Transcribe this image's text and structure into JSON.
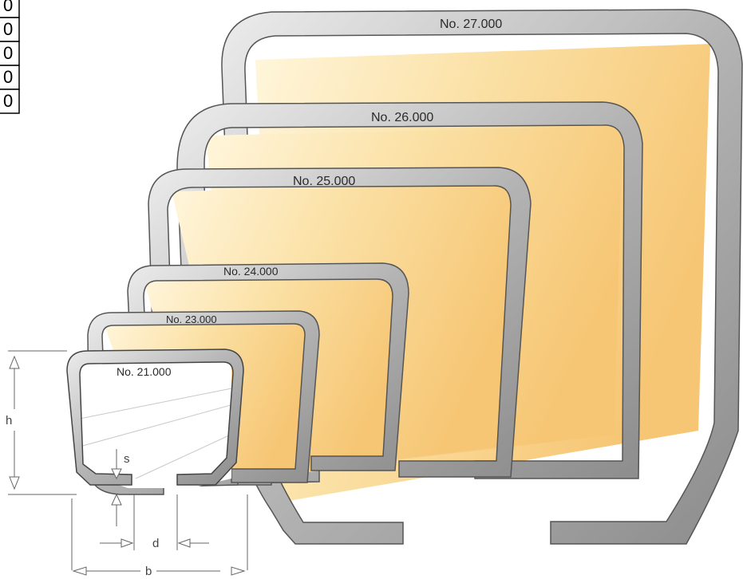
{
  "table": {
    "cells": [
      "0",
      "0",
      "0",
      "0",
      "0"
    ]
  },
  "profiles": [
    {
      "label": "No. 27.000"
    },
    {
      "label": "No. 26.000"
    },
    {
      "label": "No. 25.000"
    },
    {
      "label": "No. 24.000"
    },
    {
      "label": "No. 23.000"
    },
    {
      "label": "No. 21.000"
    }
  ],
  "dimensions": {
    "height": "h",
    "thickness": "s",
    "opening": "d",
    "width": "b"
  },
  "colors": {
    "channel_fill": "#f9d690",
    "steel": "#a8a8a8",
    "outline": "#444444"
  }
}
